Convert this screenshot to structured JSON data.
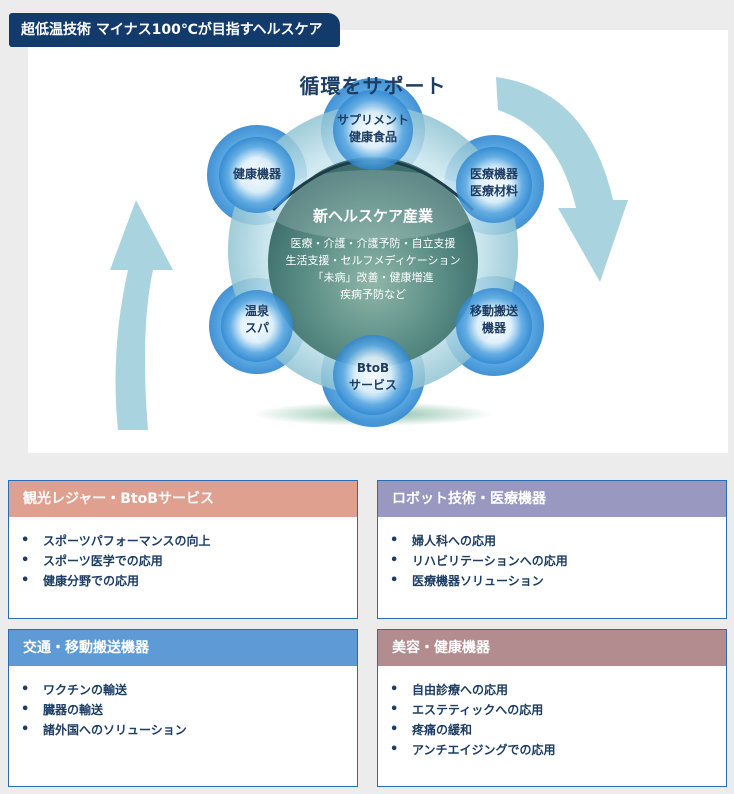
{
  "header": {
    "title": "超低温技術 マイナス100℃が目指すヘルスケア"
  },
  "diagram": {
    "cycle_title": "循環をサポート",
    "core": {
      "title": "新ヘルスケア産業",
      "lines": [
        "医療・介護・介護予防・自立支援",
        "生活支援・セルフメディケーション",
        "「未病」改善・健康増進",
        "疾病予防など"
      ]
    },
    "nodes": {
      "top": [
        "サプリメント",
        "健康食品"
      ],
      "upper_left": [
        "健康機器"
      ],
      "upper_right": [
        "医療機器",
        "医療材料"
      ],
      "lower_left": [
        "温泉",
        "スパ"
      ],
      "lower_right": [
        "移動搬送",
        "機器"
      ],
      "bottom": [
        "BtoB",
        "サービス"
      ]
    },
    "colors": {
      "node_blue": "#3d8fd6",
      "ring": "#7fb6c6",
      "core_dark": "#4d7f7a",
      "arrow": "#a9d4df"
    }
  },
  "cards": [
    {
      "title": "観光レジャー・BtoBサービス",
      "color": "#e0a090",
      "items": [
        "スポーツパフォーマンスの向上",
        "スポーツ医学での応用",
        "健康分野での応用"
      ]
    },
    {
      "title": "ロボット技術・医療機器",
      "color": "#9898c0",
      "items": [
        "婦人科への応用",
        "リハビリテーションへの応用",
        "医療機器ソリューション"
      ]
    },
    {
      "title": "交通・移動搬送機器",
      "color": "#5e9bd6",
      "items": [
        "ワクチンの輸送",
        "臓器の輸送",
        "諸外国へのソリューション"
      ]
    },
    {
      "title": "美容・健康機器",
      "color": "#b28c8e",
      "items": [
        "自由診療への応用",
        "エステティックへの応用",
        "疼痛の緩和",
        "アンチエイジングでの応用"
      ]
    }
  ]
}
